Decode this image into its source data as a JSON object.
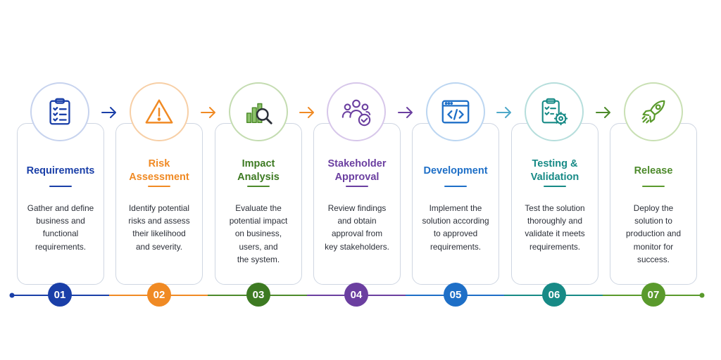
{
  "steps": [
    {
      "number": "01",
      "title": "Requirements",
      "description": "Gather and define\nbusiness and\nfunctional\nrequirements.",
      "color": "#1a3fa8",
      "icon": "clipboard-checklist-icon"
    },
    {
      "number": "02",
      "title": "Risk\nAssessment",
      "description": "Identify potential\nrisks and assess\ntheir likelihood\nand severity.",
      "color": "#f08a24",
      "icon": "warning-triangle-icon"
    },
    {
      "number": "03",
      "title": "Impact\nAnalysis",
      "description": "Evaluate the\npotential impact\non business,\nusers, and\nthe system.",
      "color": "#4d8a2b",
      "icon": "chart-magnifier-icon"
    },
    {
      "number": "04",
      "title": "Stakeholder\nApproval",
      "description": "Review findings\nand obtain\napproval from\nkey stakeholders.",
      "color": "#6b3fa0",
      "icon": "stakeholders-check-icon"
    },
    {
      "number": "05",
      "title": "Development",
      "description": "Implement the\nsolution according\nto approved\nrequirements.",
      "color": "#1e6fc7",
      "icon": "code-window-icon"
    },
    {
      "number": "06",
      "title": "Testing &\nValidation",
      "description": "Test the solution\nthoroughly and\nvalidate it meets\nrequirements.",
      "color": "#178a86",
      "icon": "clipboard-gear-icon"
    },
    {
      "number": "07",
      "title": "Release",
      "description": "Deploy the\nsolution to\nproduction and\nmonitor for\nsuccess.",
      "color": "#5a9a2c",
      "icon": "rocket-icon"
    }
  ],
  "arrow_colors": [
    "#1a3fa8",
    "#f08a24",
    "#f08a24",
    "#6b3fa0",
    "#4fa9c9",
    "#4d8a2b"
  ],
  "timeline_colors": [
    "#1a3fa8",
    "#f08a24",
    "#4d8a2b",
    "#6b3fa0",
    "#1e6fc7",
    "#178a86",
    "#5a9a2c"
  ]
}
